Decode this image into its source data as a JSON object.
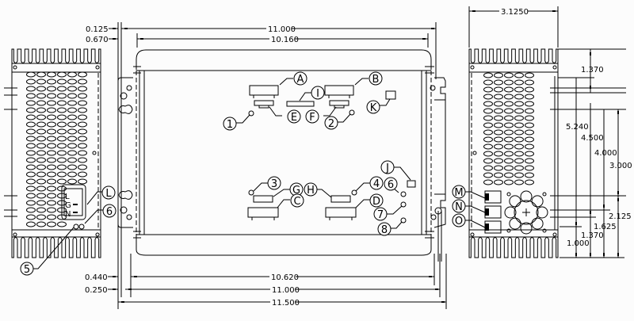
{
  "drawing": {
    "title": "Power supply outline drawing",
    "colors": {
      "line": "#000000",
      "background": "#fcfcfc"
    },
    "top_dimensions": [
      {
        "id": "offset-top-1",
        "value": "0.125"
      },
      {
        "id": "offset-top-2",
        "value": "0.670"
      },
      {
        "id": "overall-top",
        "value": "11.000"
      },
      {
        "id": "inner-top",
        "value": "10.160"
      }
    ],
    "bottom_dimensions": [
      {
        "id": "offset-bottom-1",
        "value": "0.440"
      },
      {
        "id": "offset-bottom-2",
        "value": "0.250"
      },
      {
        "id": "inner-bottom",
        "value": "10.620"
      },
      {
        "id": "mid-bottom",
        "value": "11.000"
      },
      {
        "id": "overall-bottom",
        "value": "11.500"
      }
    ],
    "side_view": {
      "width_dimension": "3.1250",
      "vertical_dimensions": [
        {
          "id": "v-1370-top",
          "value": "1.370"
        },
        {
          "id": "v-5240",
          "value": "5.240"
        },
        {
          "id": "v-4500",
          "value": "4.500"
        },
        {
          "id": "v-4000",
          "value": "4.000"
        },
        {
          "id": "v-3000",
          "value": "3.000"
        },
        {
          "id": "v-2125",
          "value": "2.125"
        },
        {
          "id": "v-1625",
          "value": "1.625"
        },
        {
          "id": "v-1370-bottom",
          "value": "1.370"
        },
        {
          "id": "v-1000",
          "value": "1.000"
        }
      ],
      "balloons": [
        "M",
        "N",
        "O"
      ]
    },
    "end_view": {
      "ac_inlet_labels": [
        "L",
        "G",
        "N"
      ],
      "balloons": [
        "L",
        "6",
        "5"
      ]
    },
    "top_view": {
      "connector_balloons": [
        "A",
        "B",
        "C",
        "D",
        "E",
        "F",
        "G",
        "H",
        "I",
        "J",
        "K"
      ],
      "hole_balloons": [
        "1",
        "2",
        "3",
        "4",
        "6",
        "7",
        "8"
      ]
    }
  }
}
